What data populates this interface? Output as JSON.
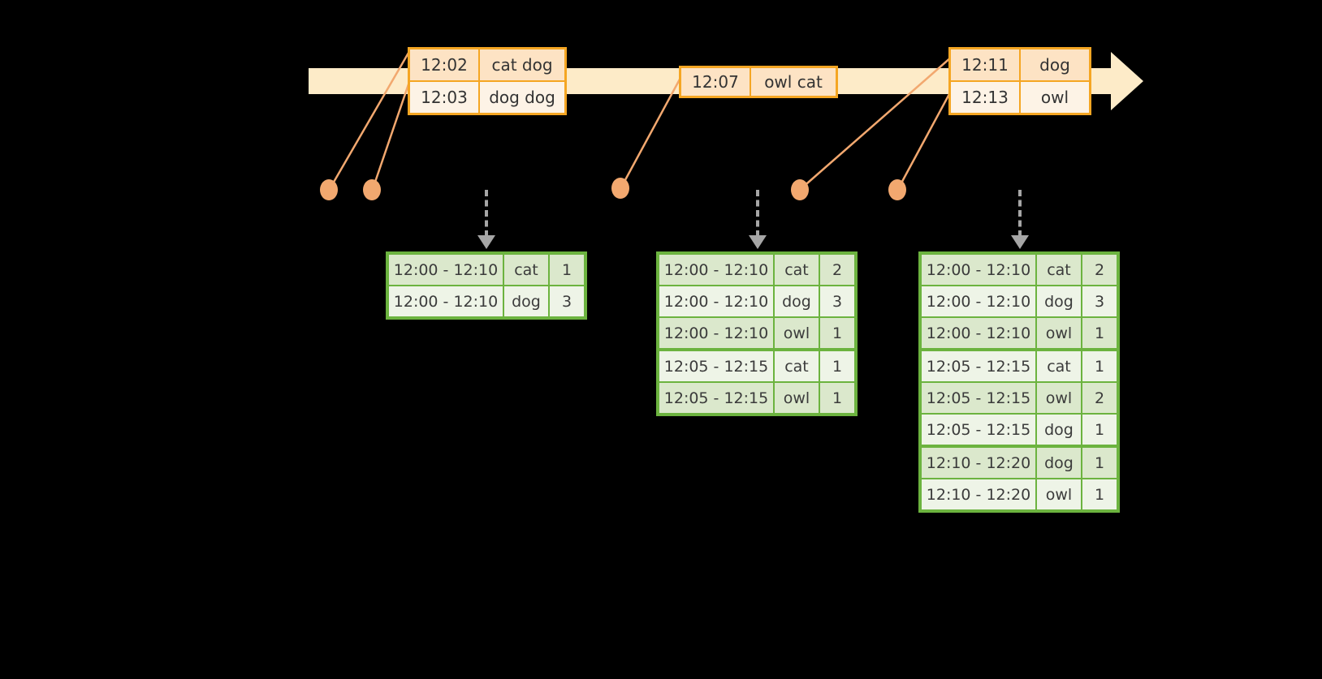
{
  "timeline": {
    "name": "event-timeline",
    "events": [
      {
        "group": "g1",
        "rows": [
          {
            "time": "12:02",
            "value": "cat dog"
          },
          {
            "time": "12:03",
            "value": "dog dog"
          }
        ]
      },
      {
        "group": "g2",
        "rows": [
          {
            "time": "12:07",
            "value": "owl cat"
          }
        ]
      },
      {
        "group": "g3",
        "rows": [
          {
            "time": "12:11",
            "value": "dog"
          },
          {
            "time": "12:13",
            "value": "owl"
          }
        ]
      }
    ]
  },
  "tables": [
    {
      "name": "result-table-1",
      "sections": [
        {
          "rows": [
            {
              "window": "12:00 - 12:10",
              "key": "cat",
              "count": "1"
            },
            {
              "window": "12:00 - 12:10",
              "key": "dog",
              "count": "3"
            }
          ]
        }
      ]
    },
    {
      "name": "result-table-2",
      "sections": [
        {
          "rows": [
            {
              "window": "12:00 - 12:10",
              "key": "cat",
              "count": "2"
            },
            {
              "window": "12:00 - 12:10",
              "key": "dog",
              "count": "3"
            },
            {
              "window": "12:00 - 12:10",
              "key": "owl",
              "count": "1"
            }
          ]
        },
        {
          "rows": [
            {
              "window": "12:05 - 12:15",
              "key": "cat",
              "count": "1"
            },
            {
              "window": "12:05 - 12:15",
              "key": "owl",
              "count": "1"
            }
          ]
        }
      ]
    },
    {
      "name": "result-table-3",
      "sections": [
        {
          "rows": [
            {
              "window": "12:00 - 12:10",
              "key": "cat",
              "count": "2"
            },
            {
              "window": "12:00 - 12:10",
              "key": "dog",
              "count": "3"
            },
            {
              "window": "12:00 - 12:10",
              "key": "owl",
              "count": "1"
            }
          ]
        },
        {
          "rows": [
            {
              "window": "12:05 - 12:15",
              "key": "cat",
              "count": "1"
            },
            {
              "window": "12:05 - 12:15",
              "key": "owl",
              "count": "2"
            },
            {
              "window": "12:05 - 12:15",
              "key": "dog",
              "count": "1"
            }
          ]
        },
        {
          "rows": [
            {
              "window": "12:10 - 12:20",
              "key": "dog",
              "count": "1"
            },
            {
              "window": "12:10 - 12:20",
              "key": "owl",
              "count": "1"
            }
          ]
        }
      ]
    }
  ],
  "colors": {
    "timeline_fill": "#fdebc8",
    "event_border": "#f5a623",
    "connector": "#f2a86f",
    "table_border": "#6cb33f",
    "arrow": "#a6a6a6"
  }
}
